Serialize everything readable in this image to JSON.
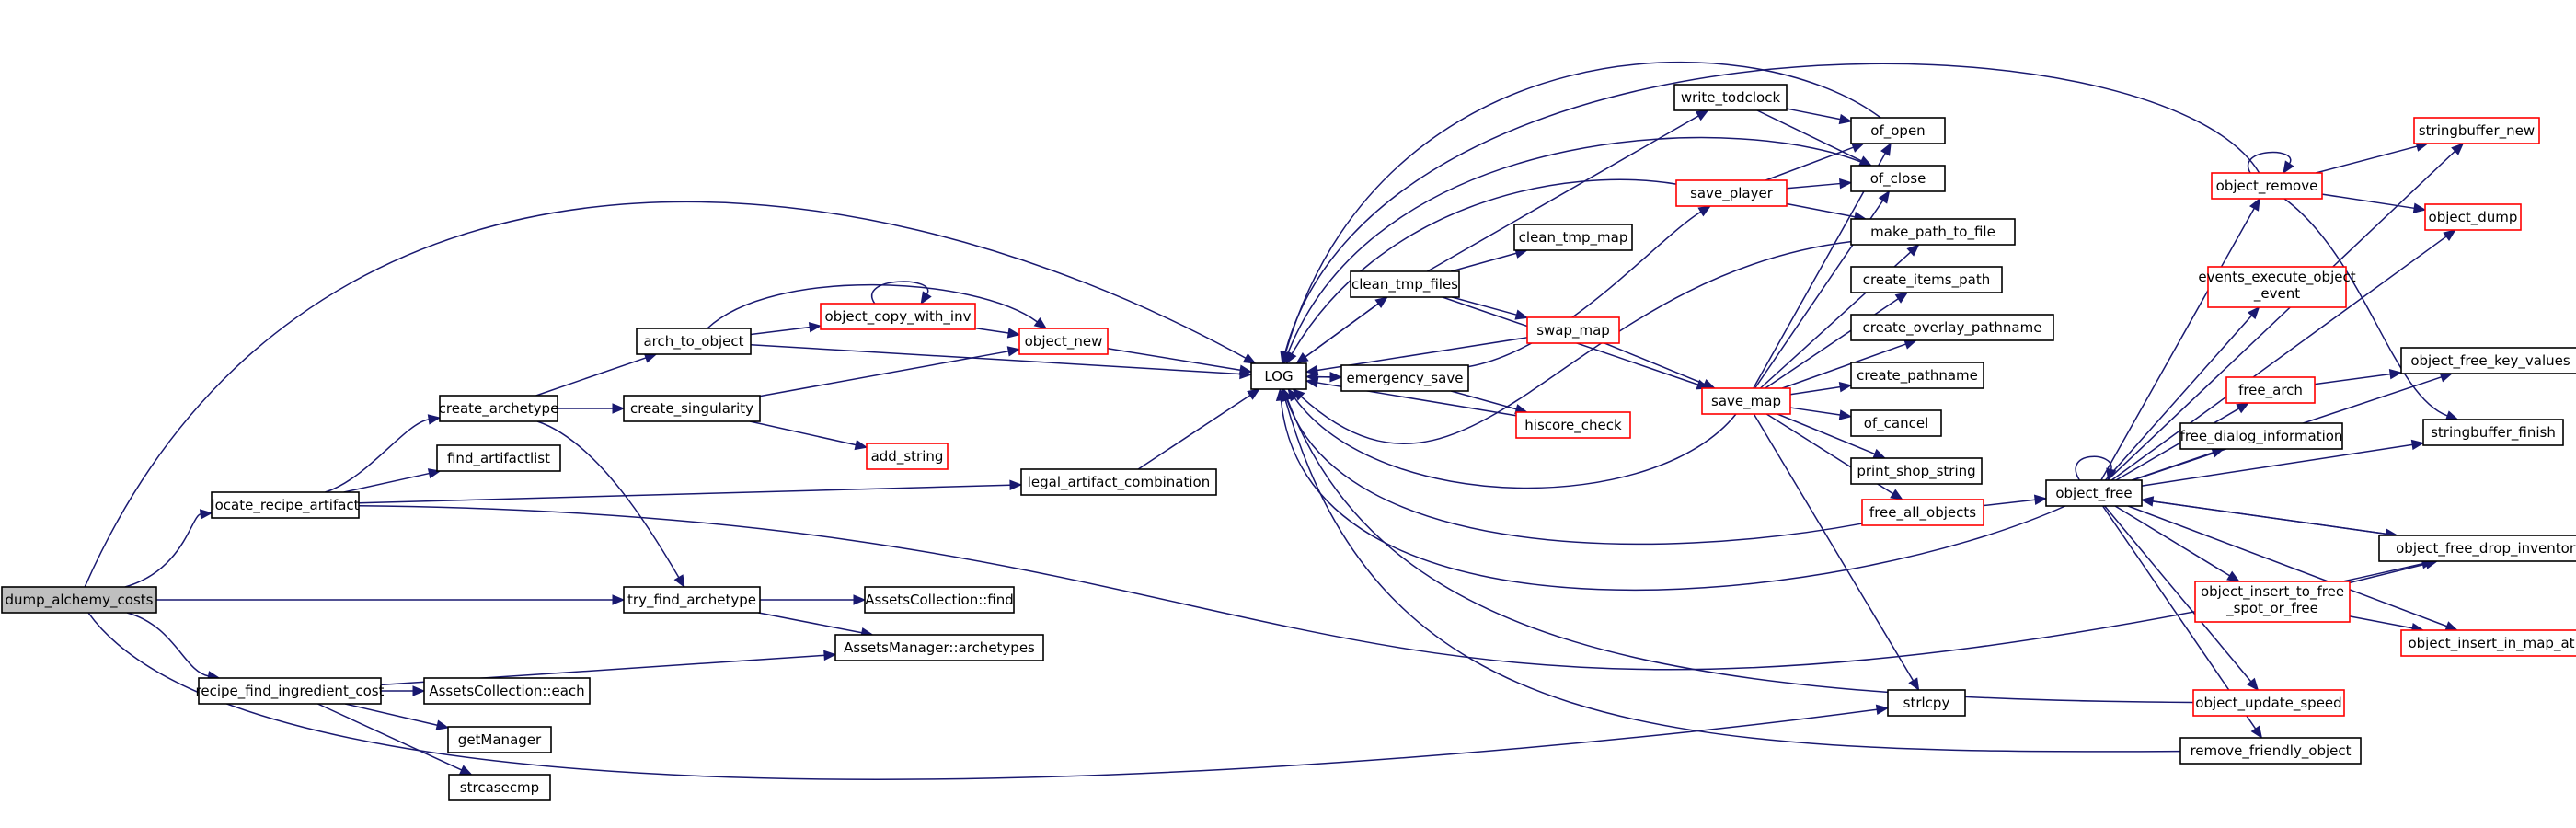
{
  "diagram": {
    "type": "call-graph",
    "colors": {
      "edge": "#191970",
      "node_border": "#000000",
      "node_border_truncated": "#ff0000",
      "root_fill": "#bfbfbf",
      "node_fill": "#ffffff"
    },
    "nodes": {
      "n_dump": {
        "label": "dump_alchemy_costs",
        "root": true
      },
      "n_locate": {
        "label": "locate_recipe_artifact"
      },
      "n_create_arch": {
        "label": "create_archetype"
      },
      "n_arch_to_obj": {
        "label": "arch_to_object"
      },
      "n_obj_copy": {
        "label": "object_copy_with_inv",
        "truncated": true
      },
      "n_obj_new": {
        "label": "object_new",
        "truncated": true
      },
      "n_create_sing": {
        "label": "create_singularity"
      },
      "n_add_string": {
        "label": "add_string",
        "truncated": true
      },
      "n_find_art": {
        "label": "find_artifactlist"
      },
      "n_legal": {
        "label": "legal_artifact_combination"
      },
      "n_try_find": {
        "label": "try_find_archetype"
      },
      "n_ac_find": {
        "label": "AssetsCollection::find"
      },
      "n_am_arch": {
        "label": "AssetsManager::archetypes"
      },
      "n_recipe": {
        "label": "recipe_find_ingredient_cost"
      },
      "n_ac_each": {
        "label": "AssetsCollection::each"
      },
      "n_getmgr": {
        "label": "getManager"
      },
      "n_strcase": {
        "label": "strcasecmp"
      },
      "n_log": {
        "label": "LOG"
      },
      "n_emerg": {
        "label": "emergency_save"
      },
      "n_clean_files": {
        "label": "clean_tmp_files"
      },
      "n_clean_map": {
        "label": "clean_tmp_map"
      },
      "n_swap": {
        "label": "swap_map",
        "truncated": true
      },
      "n_hiscore": {
        "label": "hiscore_check",
        "truncated": true
      },
      "n_write_tod": {
        "label": "write_todclock"
      },
      "n_save_player": {
        "label": "save_player",
        "truncated": true
      },
      "n_save_map": {
        "label": "save_map",
        "truncated": true
      },
      "n_of_open": {
        "label": "of_open"
      },
      "n_of_close": {
        "label": "of_close"
      },
      "n_make_path": {
        "label": "make_path_to_file"
      },
      "n_items_path": {
        "label": "create_items_path"
      },
      "n_overlay": {
        "label": "create_overlay_pathname"
      },
      "n_pathname": {
        "label": "create_pathname"
      },
      "n_of_cancel": {
        "label": "of_cancel"
      },
      "n_print_shop": {
        "label": "print_shop_string"
      },
      "n_free_all": {
        "label": "free_all_objects",
        "truncated": true
      },
      "n_strlcpy": {
        "label": "strlcpy"
      },
      "n_obj_free": {
        "label": "object_free"
      },
      "n_obj_remove": {
        "label": "object_remove",
        "truncated": true
      },
      "n_sb_new": {
        "label": "stringbuffer_new",
        "truncated": true
      },
      "n_obj_dump": {
        "label": "object_dump",
        "truncated": true
      },
      "n_events": {
        "label": "events_execute_object_event",
        "label_lines": [
          "events_execute_object",
          "_event"
        ],
        "truncated": true
      },
      "n_free_arch": {
        "label": "free_arch",
        "truncated": true
      },
      "n_free_kv": {
        "label": "object_free_key_values"
      },
      "n_free_dialog": {
        "label": "free_dialog_information"
      },
      "n_sb_finish": {
        "label": "stringbuffer_finish"
      },
      "n_drop_inv": {
        "label": "object_free_drop_inventory"
      },
      "n_ins_free": {
        "label": "object_insert_to_free_spot_or_free",
        "label_lines": [
          "object_insert_to_free",
          "_spot_or_free"
        ],
        "truncated": true
      },
      "n_ins_map": {
        "label": "object_insert_in_map_at",
        "truncated": true
      },
      "n_upd_speed": {
        "label": "object_update_speed",
        "truncated": true
      },
      "n_rem_friend": {
        "label": "remove_friendly_object"
      }
    }
  }
}
